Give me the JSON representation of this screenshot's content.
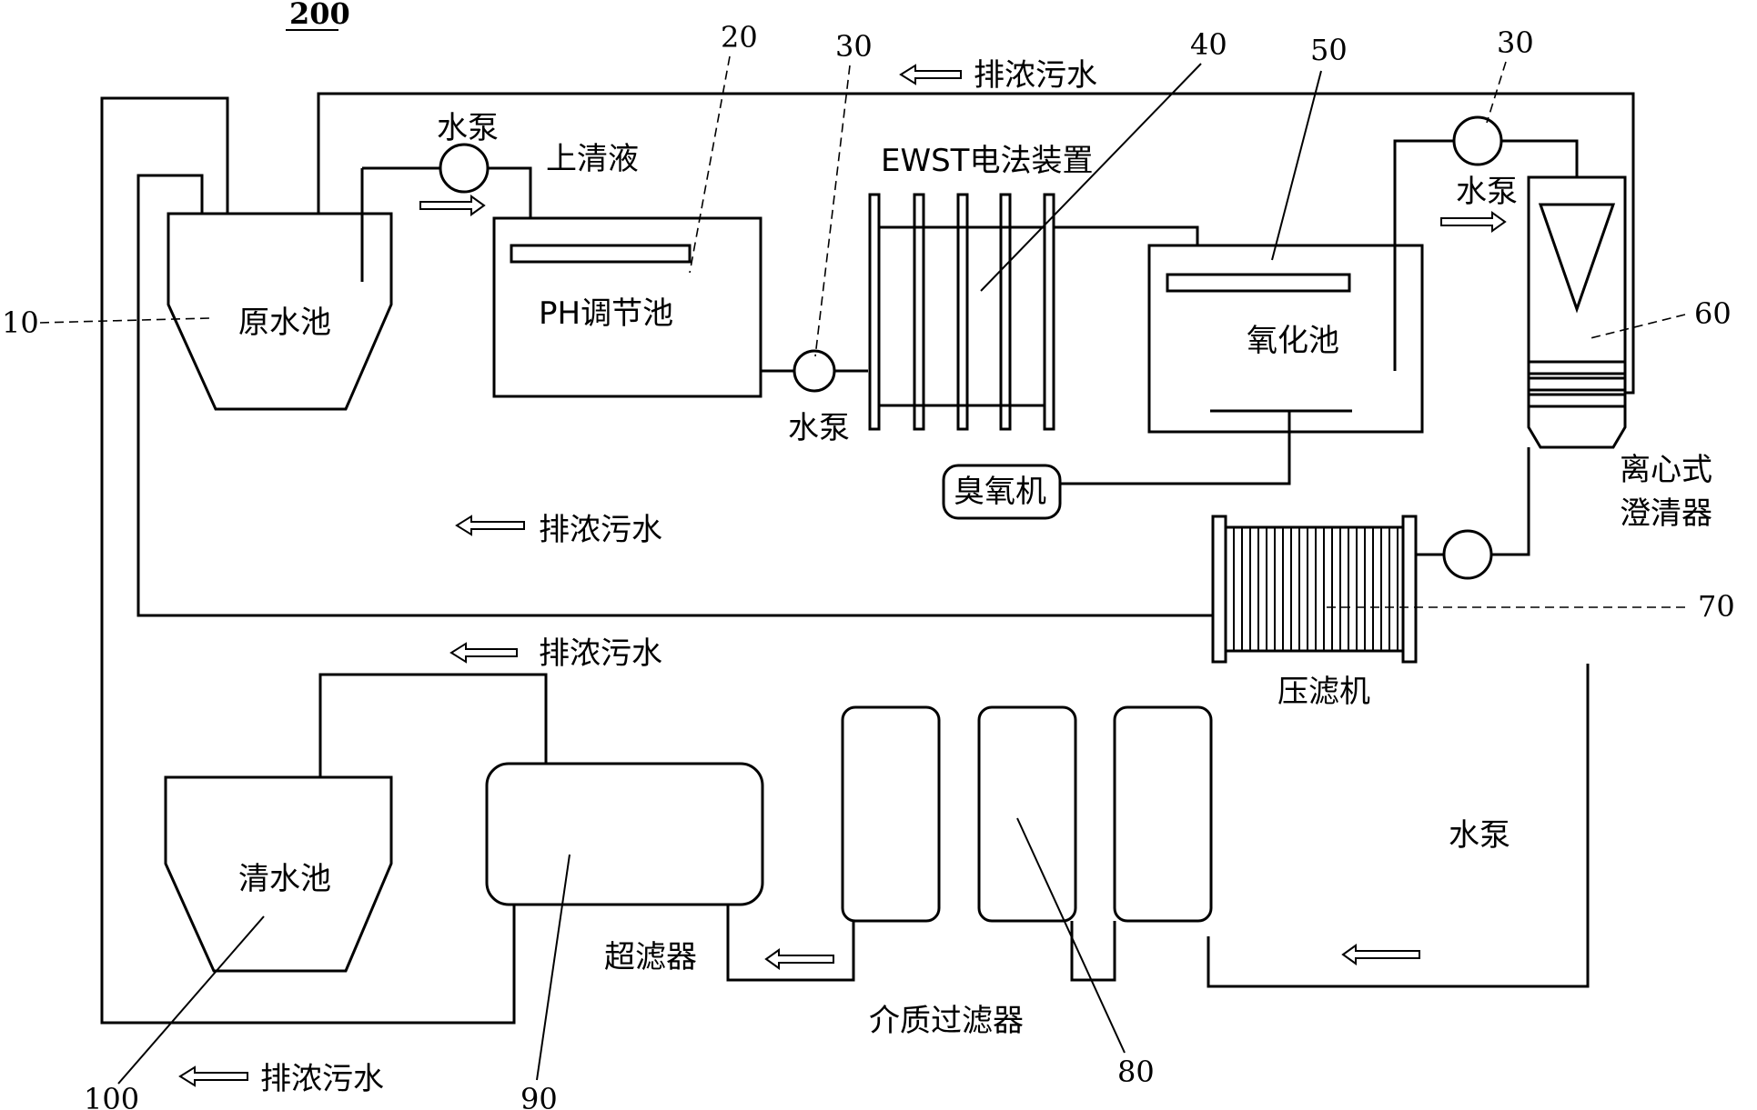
{
  "figure": {
    "ref": "200",
    "discharge_label": "排浓污水",
    "pump_label": "水泵",
    "components": {
      "raw_tank": {
        "label": "原水池",
        "ref": "10"
      },
      "ph_tank": {
        "label": "PH调节池",
        "ref": "20",
        "supernatant": "上清液"
      },
      "pump_ref": "30",
      "ewst": {
        "label": "EWST电法装置",
        "ref": "40"
      },
      "oxidation": {
        "label": "氧化池",
        "ref": "50"
      },
      "ozone": {
        "label": "臭氧机"
      },
      "clarifier": {
        "label_line1": "离心式",
        "label_line2": "澄清器",
        "ref": "60"
      },
      "filter_press": {
        "label": "压滤机",
        "ref": "70"
      },
      "media_filter": {
        "label": "介质过滤器",
        "ref": "80"
      },
      "ultrafilter": {
        "label": "超滤器",
        "ref": "90"
      },
      "clean_tank": {
        "label": "清水池",
        "ref": "100"
      }
    }
  }
}
